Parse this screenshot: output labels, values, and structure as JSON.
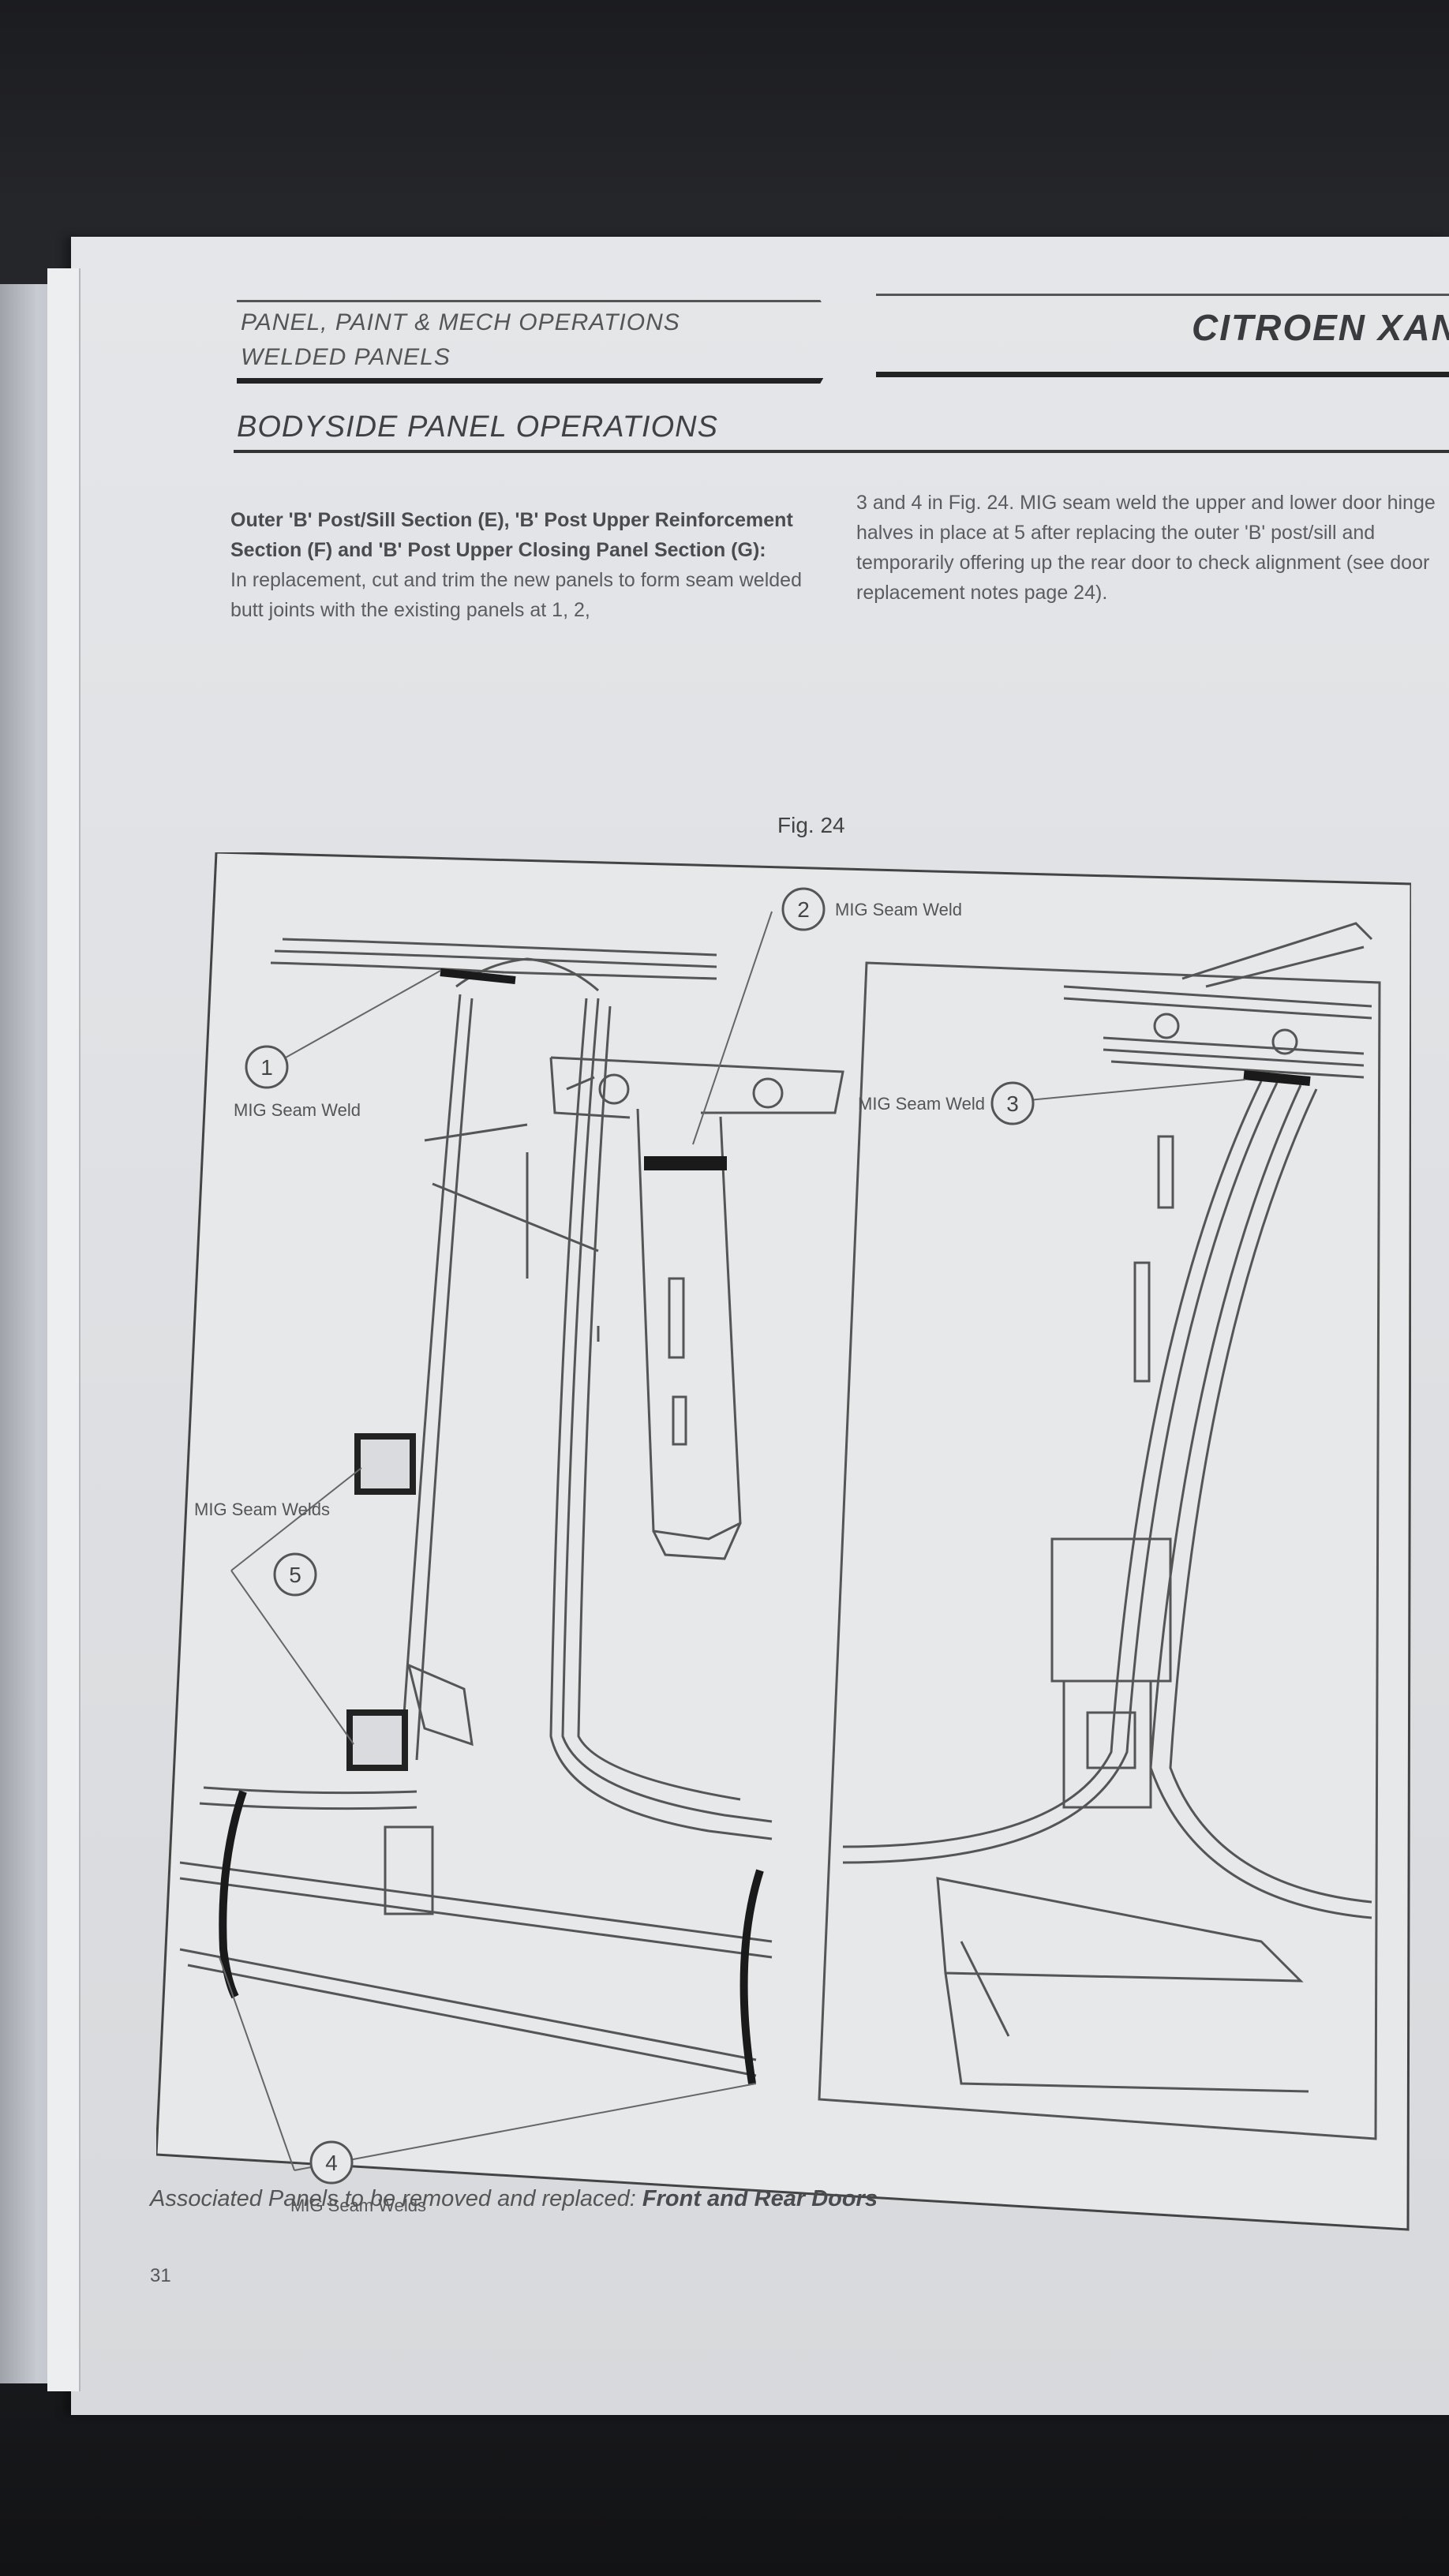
{
  "header": {
    "line1": "PANEL, PAINT & MECH OPERATIONS",
    "line2": "WELDED PANELS",
    "brand": "CITROEN XANTI"
  },
  "section": {
    "title": "BODYSIDE PANEL OPERATIONS"
  },
  "intro": {
    "heading": "Outer 'B' Post/Sill Section (E), 'B' Post Upper Reinforcement Section (F) and 'B' Post Upper Closing Panel Section (G):",
    "para": "In replacement, cut and trim the new panels to form seam welded butt joints with the existing panels at 1, 2,",
    "para2": "3 and 4 in Fig. 24. MIG seam weld the upper and lower door hinge halves in place at 5 after replacing the outer 'B' post/sill and temporarily offering up the rear door to check alignment (see door replacement notes page 24)."
  },
  "figure": {
    "title": "Fig. 24",
    "callouts": [
      {
        "num": "1",
        "label": "MIG Seam Weld"
      },
      {
        "num": "2",
        "label": "MIG Seam Weld"
      },
      {
        "num": "3",
        "label": "MIG Seam Weld"
      },
      {
        "num": "4",
        "label": "MIG Seam Welds"
      },
      {
        "num": "5",
        "label": "MIG Seam Welds"
      }
    ]
  },
  "footer": {
    "caption_prefix": "Associated Panels to be removed and replaced:",
    "caption_bold": "Front and Rear Doors",
    "page_number": "31"
  }
}
